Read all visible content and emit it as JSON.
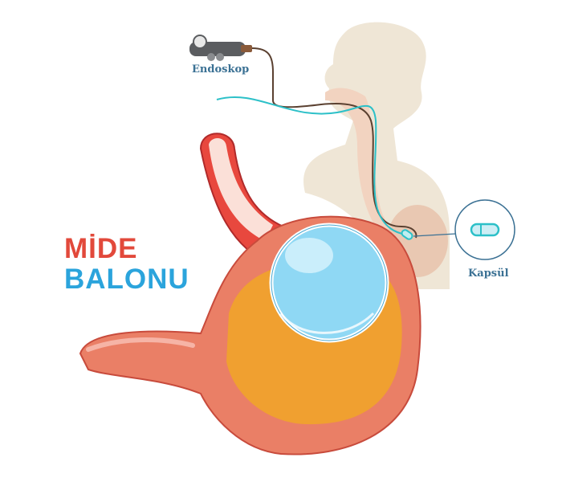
{
  "title": {
    "line1": "MİDE",
    "line2": "BALONU"
  },
  "labels": {
    "endoscope": "Endoskop",
    "capsule": "Kapsül"
  },
  "colors": {
    "title_red": "#e2493b",
    "title_blue": "#2ba4dc",
    "label": "#3b7194",
    "stomach": "#ea7f66",
    "contents": "#f0a030",
    "balloon": "#8fd8f4",
    "silhouette": "#efe6d6"
  }
}
